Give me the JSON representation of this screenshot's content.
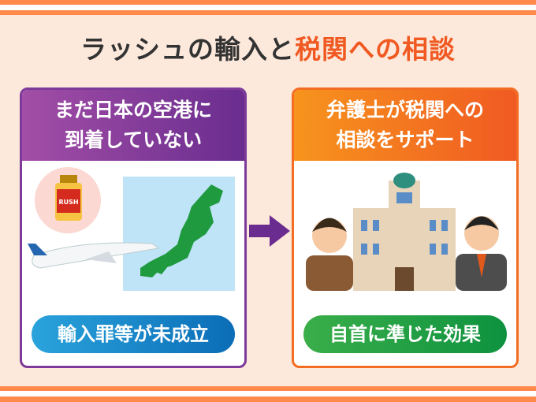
{
  "title": {
    "part1": "ラッシュの輸入と",
    "part2": "税関への相談"
  },
  "left_panel": {
    "heading_line1": "まだ日本の空港に",
    "heading_line2": "到着していない",
    "result": "輸入罪等が未成立",
    "bottle_label": "RUSH"
  },
  "right_panel": {
    "heading_line1": "弁護士が税関への",
    "heading_line2": "相談をサポート",
    "result": "自首に準じた効果"
  },
  "colors": {
    "stripe": "#ff8a4c",
    "background": "#fde9dc",
    "accent": "#f05a22",
    "purple": "#7d3a9a",
    "blue": "#0b6db7",
    "green": "#0e923f"
  }
}
